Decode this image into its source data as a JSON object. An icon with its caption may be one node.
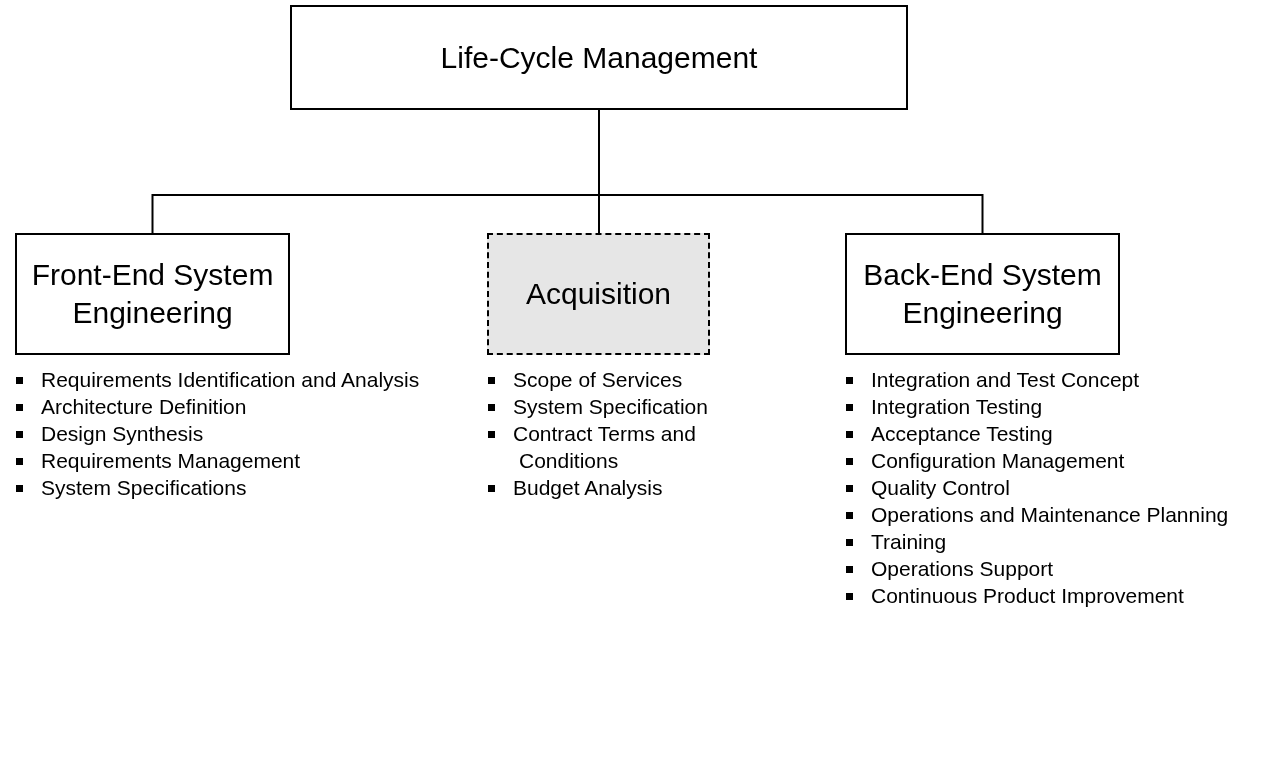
{
  "diagram": {
    "nodes": [
      {
        "text": [
          "Life-Cycle Management"
        ]
      },
      {
        "text": [
          "Front-End System Engineering"
        ],
        "beside": [
          "Requirements Identification and Analysis",
          "Architecture Definition",
          "Design Synthesis",
          "Requirements Management",
          "System Specifications"
        ]
      },
      {
        "text": [
          "Acquisition"
        ],
        "beside": [
          "Scope of Services",
          "System Specification",
          "Contract Terms and Conditions",
          "Budget Analysis"
        ]
      },
      {
        "text": [
          "Back-End System Engineering"
        ],
        "beside": [
          "Integration and Test Concept",
          "Integration Testing",
          "Acceptance Testing",
          "Configuration Management",
          "Quality Control",
          "Operations and Maintenance Planning",
          "Training",
          "Operations Support",
          "Continuous Product Improvement"
        ]
      }
    ],
    "edges": [
      {
        "from": 0,
        "to": 1,
        "arrow": "none"
      },
      {
        "from": 0,
        "to": 2,
        "arrow": "none"
      },
      {
        "from": 0,
        "to": 3,
        "arrow": "none"
      }
    ]
  }
}
